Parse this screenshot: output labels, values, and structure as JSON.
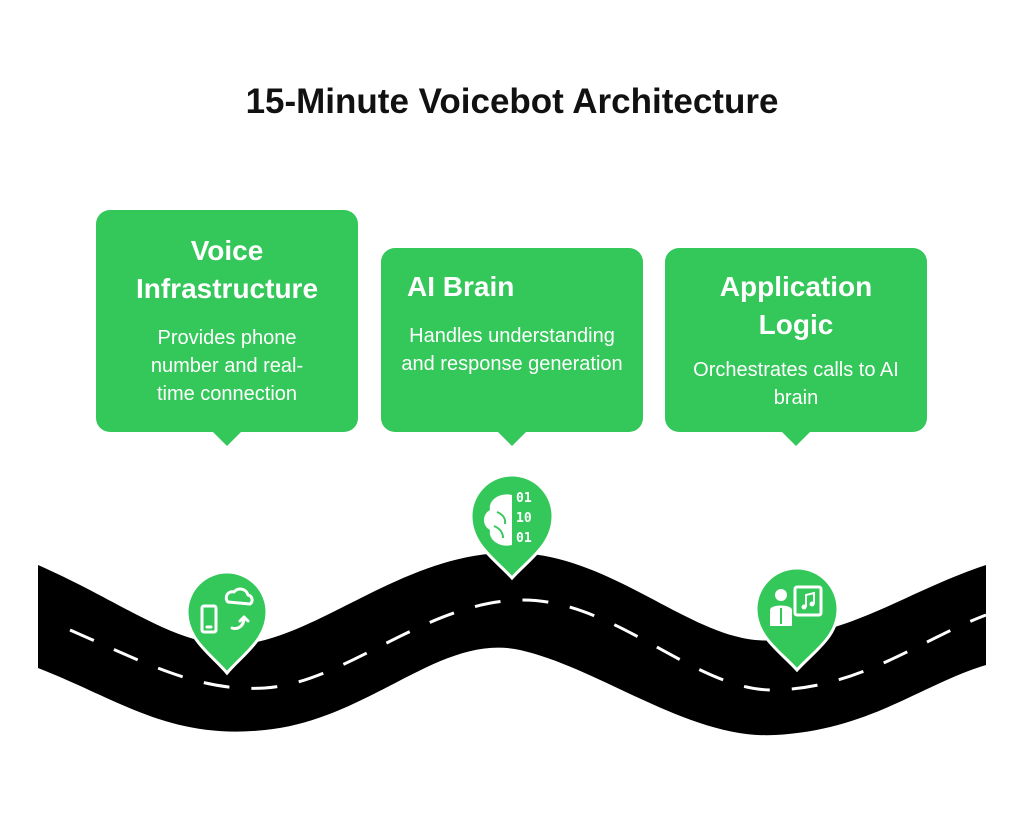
{
  "title": "15-Minute Voicebot Architecture",
  "accent_color": "#34c759",
  "road_color": "#000000",
  "cards": [
    {
      "title": "Voice Infrastructure",
      "description": "Provides phone number and real-time connection",
      "icon": "phone-cloud-sync-icon"
    },
    {
      "title": "AI Brain",
      "description": "Handles understanding and response generation",
      "icon": "brain-binary-icon"
    },
    {
      "title": "Application Logic",
      "description": "Orchestrates calls to AI brain",
      "icon": "person-music-board-icon"
    }
  ],
  "brain_icon_digits": [
    "01",
    "10",
    "01"
  ]
}
